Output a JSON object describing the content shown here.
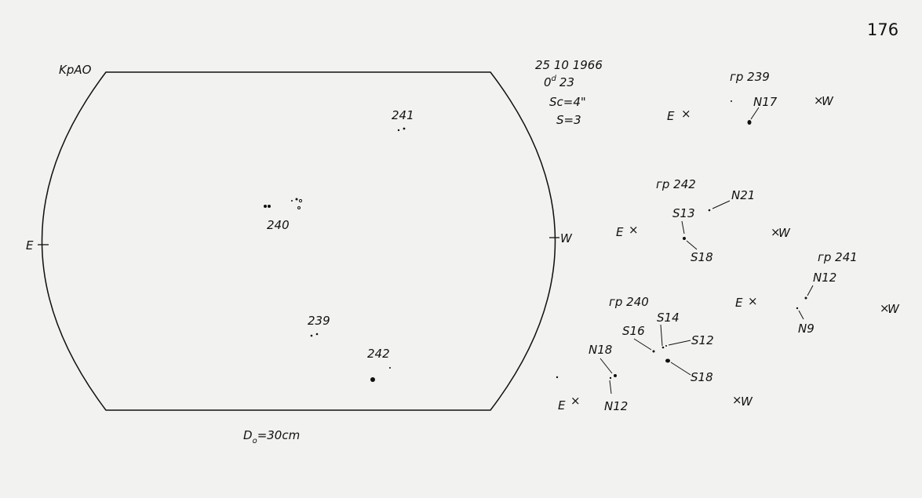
{
  "page_number": "176",
  "observatory_label": "KpAO",
  "header": {
    "date": "25  10  1966",
    "time_d": "0",
    "time_sup": "d",
    "time_min": "23",
    "seeing": "Sc=4\"",
    "s_value": "S=3"
  },
  "disk": {
    "east_label": "E",
    "west_label": "W",
    "groups": [
      "241",
      "240",
      "239",
      "242"
    ],
    "diameter_label": "D",
    "diameter_sub": "o",
    "diameter_value": "=30cm"
  },
  "details": [
    {
      "title": "гр 239",
      "east": "E",
      "west": "W",
      "labels": [
        "N17"
      ]
    },
    {
      "title": "гр 242",
      "east": "E",
      "west": "W",
      "labels": [
        "N21",
        "S13",
        "S18"
      ]
    },
    {
      "title": "гр 241",
      "east": "E",
      "west": "W",
      "labels": [
        "N12",
        "N9"
      ]
    },
    {
      "title": "гр 240",
      "east": "E",
      "west": "W",
      "labels": [
        "S16",
        "S14",
        "S12",
        "S18",
        "N18",
        "N12"
      ]
    }
  ]
}
